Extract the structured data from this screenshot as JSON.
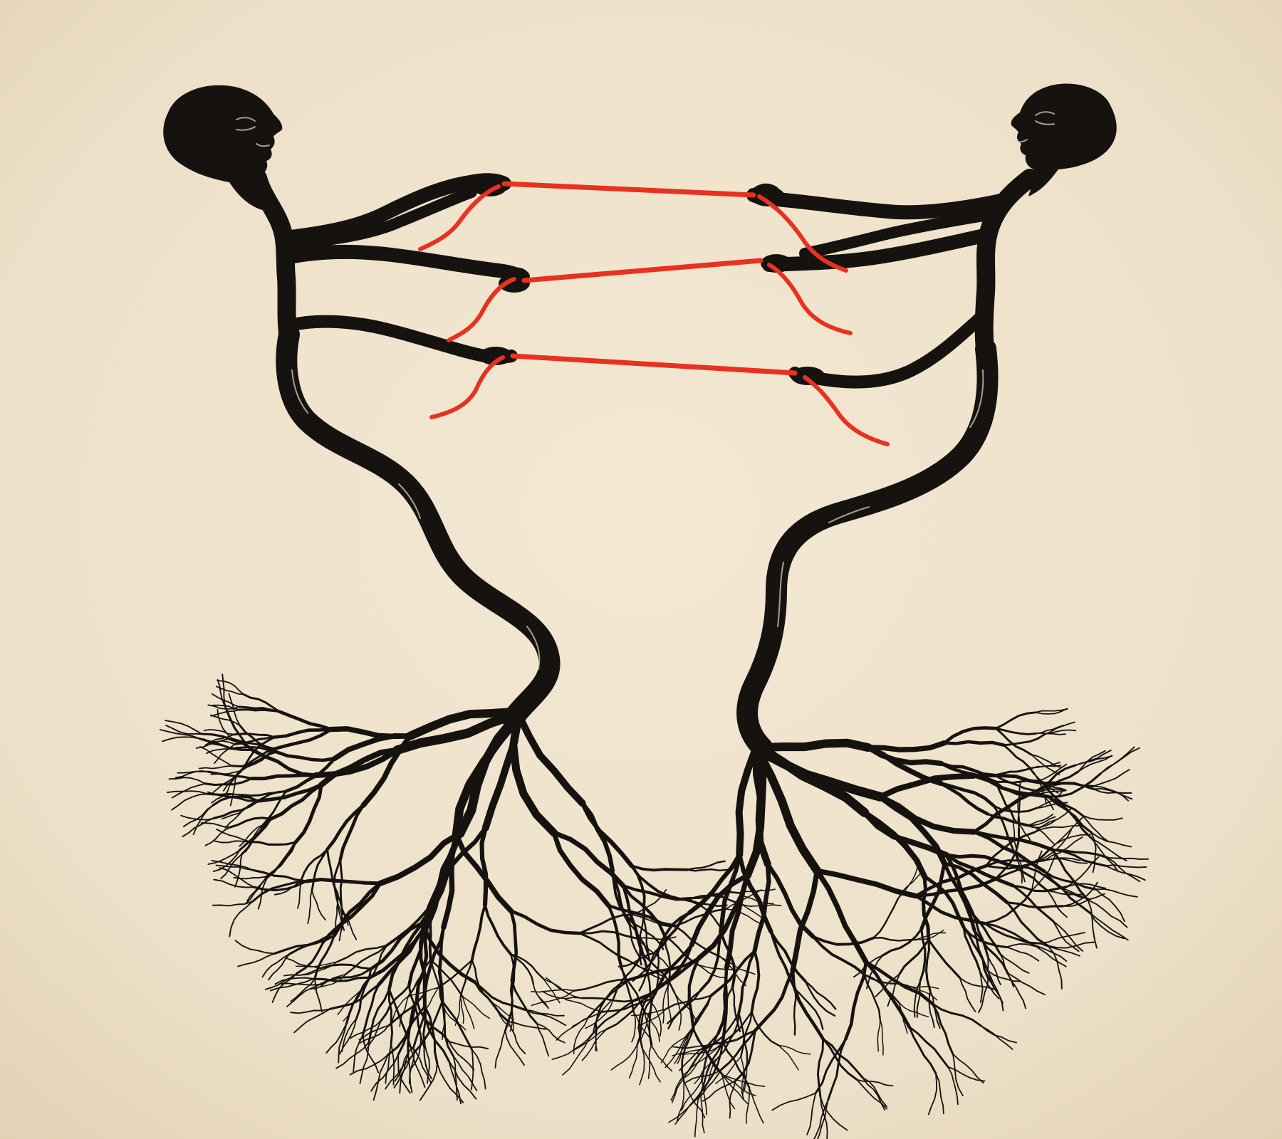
{
  "artwork": {
    "figures": [
      "left-figure",
      "right-figure"
    ],
    "threads_count": 3
  },
  "colors": {
    "paper": "#efe3cd",
    "ink": "#161210",
    "thread": "#e8321f"
  }
}
